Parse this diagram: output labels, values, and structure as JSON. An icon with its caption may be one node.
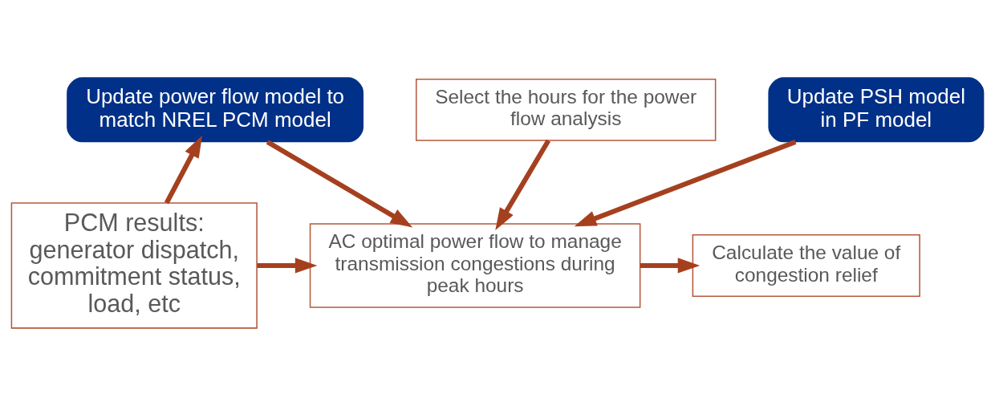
{
  "diagram": {
    "nodes": [
      {
        "text": [
          "Update power flow model to match NREL PCM model"
        ]
      },
      {
        "text": [
          "Select the hours for the power flow analysis"
        ]
      },
      {
        "text": [
          "PCM results: generator dispatch, commitment status, load, etc"
        ]
      },
      {
        "text": [
          "AC optimal power flow to manage transmission congestions during peak hours"
        ]
      },
      {
        "text": [
          "Calculate the value of congestion relief"
        ]
      },
      {
        "text": [
          "Update PSH model in PF model"
        ]
      }
    ],
    "edges": [
      {
        "from": 2,
        "to": 0,
        "arrow": "to"
      },
      {
        "from": 0,
        "to": 3,
        "arrow": "to"
      },
      {
        "from": 1,
        "to": 3,
        "arrow": "to"
      },
      {
        "from": 2,
        "to": 3,
        "arrow": "to"
      },
      {
        "from": 3,
        "to": 4,
        "arrow": "to"
      },
      {
        "from": 5,
        "to": 3,
        "arrow": "to"
      }
    ]
  }
}
